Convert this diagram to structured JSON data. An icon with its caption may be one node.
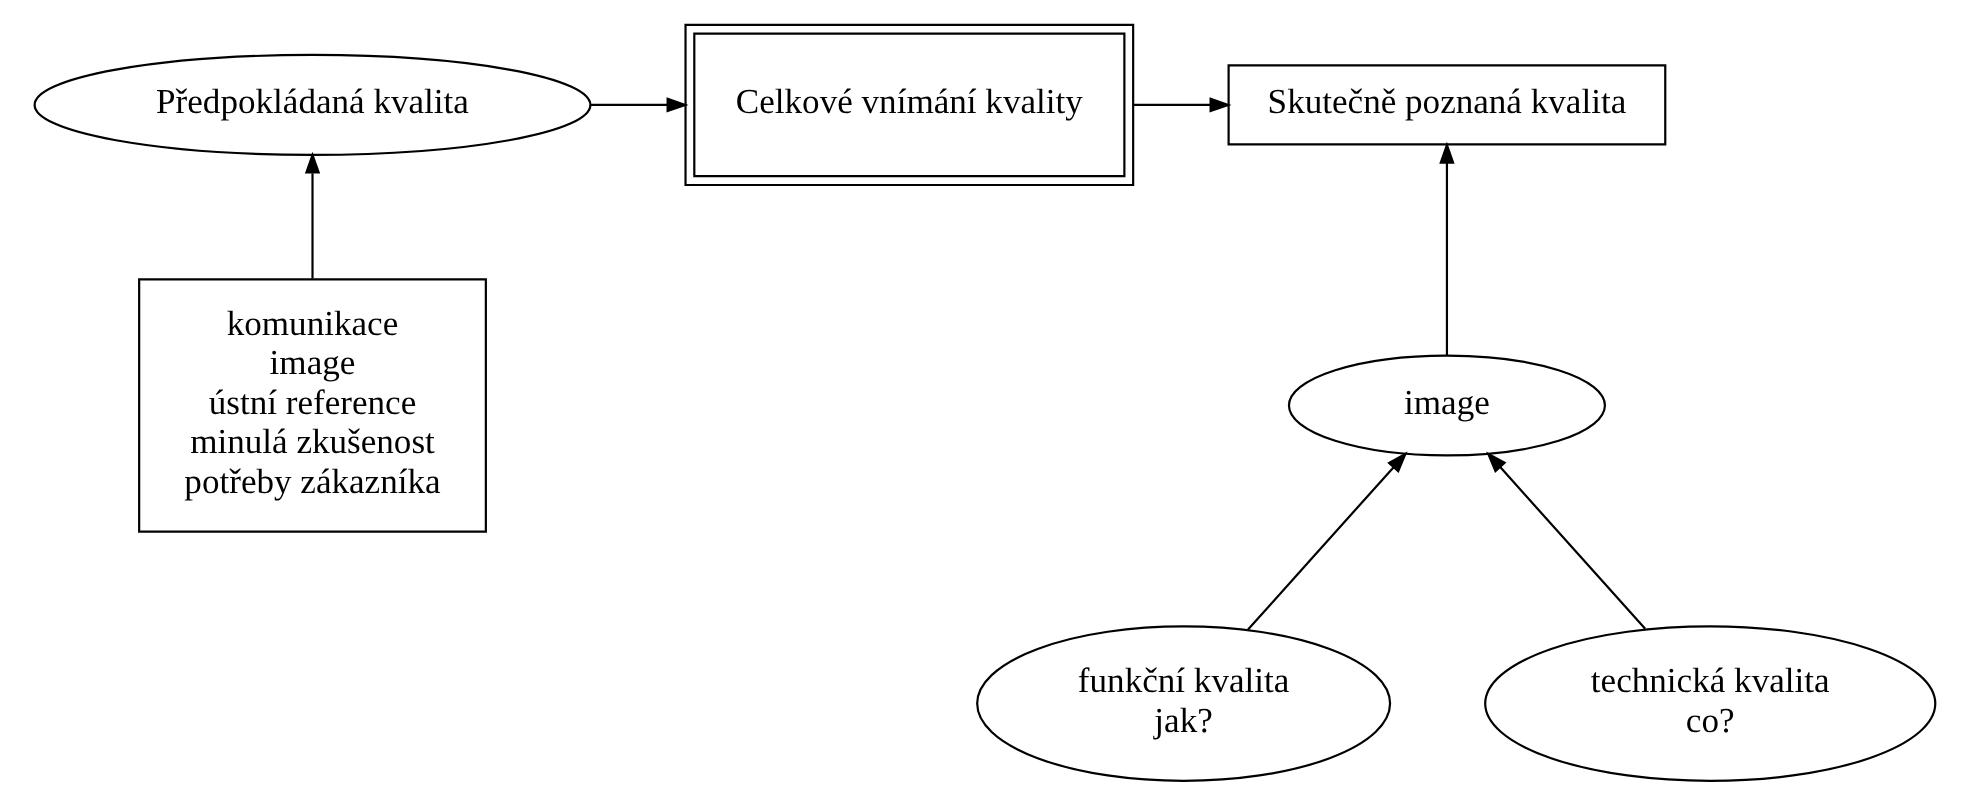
{
  "diagram": {
    "nodes": [
      {
        "text": [
          "Předpokládaná kvalita"
        ]
      },
      {
        "text": [
          "Celkové vnímání kvality"
        ]
      },
      {
        "text": [
          "Skutečně poznaná kvalita"
        ]
      },
      {
        "text": [
          "komunikace",
          "image",
          "ústní reference",
          "minulá zkušenost",
          "potřeby zákazníka"
        ]
      },
      {
        "text": [
          "image"
        ]
      },
      {
        "text": [
          "funkční kvalita",
          "jak?"
        ]
      },
      {
        "text": [
          "technická kvalita",
          "co?"
        ]
      }
    ],
    "edges": [
      {
        "from": 0,
        "to": 1,
        "arrow": "to"
      },
      {
        "from": 1,
        "to": 2,
        "arrow": "to"
      },
      {
        "from": 3,
        "to": 0,
        "arrow": "to"
      },
      {
        "from": 4,
        "to": 2,
        "arrow": "to"
      },
      {
        "from": 5,
        "to": 4,
        "arrow": "to"
      },
      {
        "from": 6,
        "to": 4,
        "arrow": "to"
      }
    ]
  }
}
